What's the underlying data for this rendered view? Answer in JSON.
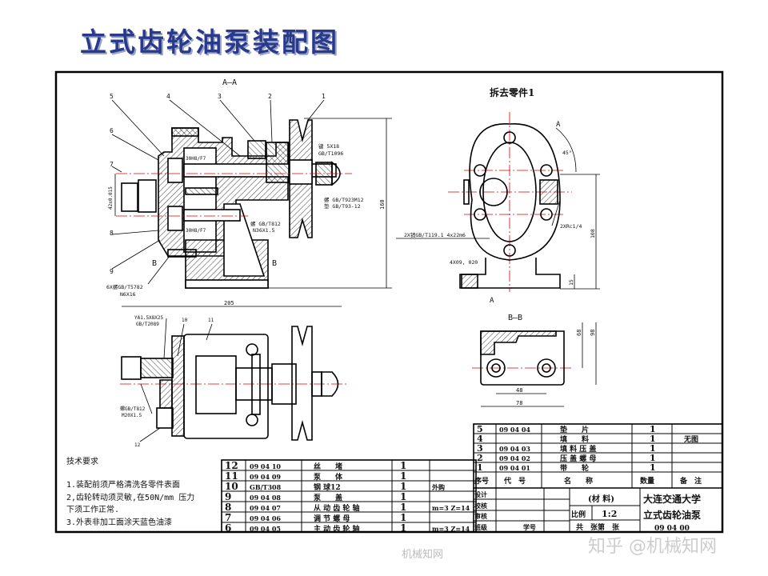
{
  "title": "立式齿轮油泵装配图",
  "views": {
    "section_aa": "A—A",
    "removed_part": "拆去零件1",
    "section_bb": "B—B",
    "cut_a": "A",
    "cut_b": "B"
  },
  "part_labels": [
    "1",
    "2",
    "3",
    "4",
    "5",
    "6",
    "7",
    "8",
    "9",
    "10",
    "11",
    "12"
  ],
  "annotations": {
    "fit1": "30H8/F7",
    "fit2": "30H8/F7",
    "dim42": "42±0.015",
    "key": "键 5X18",
    "key_std": "GB/T1096",
    "nut_std1": "螺 GB/T923M12",
    "nut_std2": "垫 GB/T93-12",
    "nut_std3": "螺 GB/T812",
    "nut_size3": "N36X1.5",
    "screw_std": "6X螺GB/T5782",
    "screw_size": "N6X16",
    "dim205": "205",
    "dim160": "160",
    "dim108": "108",
    "dim15": "15",
    "angle45": "45°",
    "pin_std": "2X销GB/T119.1 4x22m6",
    "thread": "2XRc1/4",
    "holes": "4X09, 020",
    "spring_std": "YA1.5X8X25",
    "spring_std2": "GB/T2089",
    "plug_std": "螺GB/T812",
    "plug_size": "M20X1.5",
    "dim68": "68",
    "dim98": "98",
    "dim48": "48",
    "dim78": "78"
  },
  "tech_requirements": {
    "heading": "技术要求",
    "items": [
      "1.装配前须严格清洗各零件表面",
      "2,齿轮转动须灵敏,在50N/mm 压力",
      "下须工作正常.",
      "3.外表非加工面涂天蓝色油漆"
    ]
  },
  "parts_left": [
    {
      "no": "12",
      "code": "09 04 10",
      "name": "丝　　堵",
      "qty": "1",
      "note": ""
    },
    {
      "no": "11",
      "code": "09 04 09",
      "name": "泵　　体",
      "qty": "1",
      "note": ""
    },
    {
      "no": "10",
      "code": "GB/T308",
      "name": "钢 球12",
      "qty": "1",
      "note": "外购"
    },
    {
      "no": "9",
      "code": "09 04 08",
      "name": "泵　　盖",
      "qty": "1",
      "note": ""
    },
    {
      "no": "8",
      "code": "09 04 07",
      "name": "从 动 齿 轮 轴",
      "qty": "1",
      "note": "m=3  Z=14"
    },
    {
      "no": "7",
      "code": "09 04 06",
      "name": "调 节 螺 母",
      "qty": "1",
      "note": ""
    },
    {
      "no": "6",
      "code": "09 04 05",
      "name": "主 动 齿 轮 轴",
      "qty": "1",
      "note": "m=3  Z=14"
    }
  ],
  "parts_right": [
    {
      "no": "5",
      "code": "09 04 04",
      "name": "垫　　片",
      "qty": "1",
      "note": ""
    },
    {
      "no": "4",
      "code": "",
      "name": "填　　料",
      "qty": "1",
      "note": "无图"
    },
    {
      "no": "3",
      "code": "09 04 03",
      "name": "填 料 压 盖",
      "qty": "1",
      "note": ""
    },
    {
      "no": "2",
      "code": "09 04 02",
      "name": "压 盖 螺 母",
      "qty": "1",
      "note": ""
    },
    {
      "no": "1",
      "code": "09 04 01",
      "name": "带　　轮",
      "qty": "1",
      "note": ""
    }
  ],
  "table_header": {
    "no": "序号",
    "code": "代　号",
    "name": "名　　称",
    "qty": "数量",
    "note": "备　注"
  },
  "title_block": {
    "design": "设计",
    "check": "校核",
    "review": "审核",
    "class": "班级",
    "student_id": "学号",
    "material": "(材 料)",
    "scale_label": "比例",
    "scale": "1:2",
    "sheets": "共　张第　张",
    "school": "大连交通大学",
    "drawing_name": "立式齿轮油泵",
    "drawing_no": "09 04 00"
  },
  "watermarks": {
    "center": "机械知网",
    "right": "知乎 @机械知网"
  }
}
